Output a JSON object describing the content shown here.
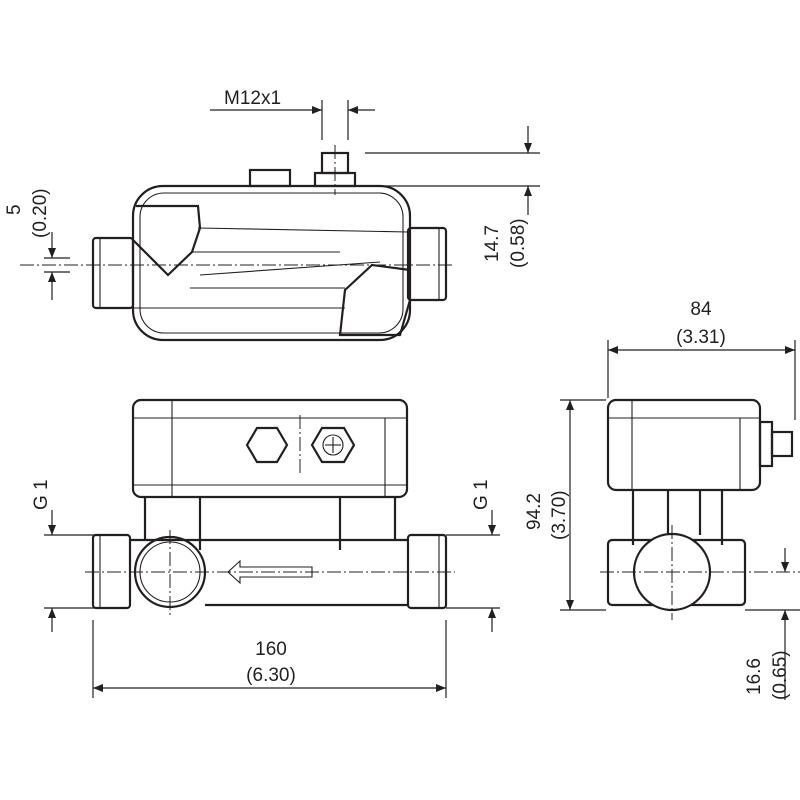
{
  "title": "Dimensional drawing",
  "dimensions": {
    "thread": "M12x1",
    "offset_mm": "5",
    "offset_in": "(0.20)",
    "connector_height_mm": "14.7",
    "connector_height_in": "(0.58)",
    "depth_mm": "84",
    "depth_in": "(3.31)",
    "inlet_thread": "G 1",
    "outlet_thread": "G 1",
    "height_mm": "94.2",
    "height_in": "(3.70)",
    "length_mm": "160",
    "length_in": "(6.30)",
    "axis_height_mm": "16.6",
    "axis_height_in": "(0.65)"
  }
}
